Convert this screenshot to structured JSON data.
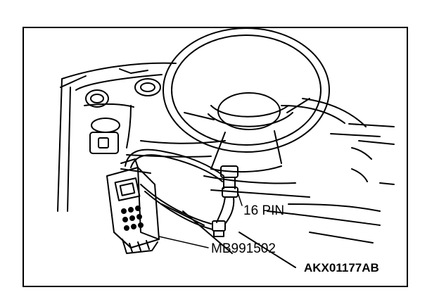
{
  "labels": {
    "connector": "16 PIN",
    "tool": "MB991502",
    "figure_id": "AKX01177AB"
  },
  "icons": [
    "scan-tool-icon",
    "steering-wheel-icon",
    "dashboard-icon",
    "diagnostic-connector-icon"
  ],
  "colors": {
    "line": "#000000",
    "background": "#ffffff"
  }
}
